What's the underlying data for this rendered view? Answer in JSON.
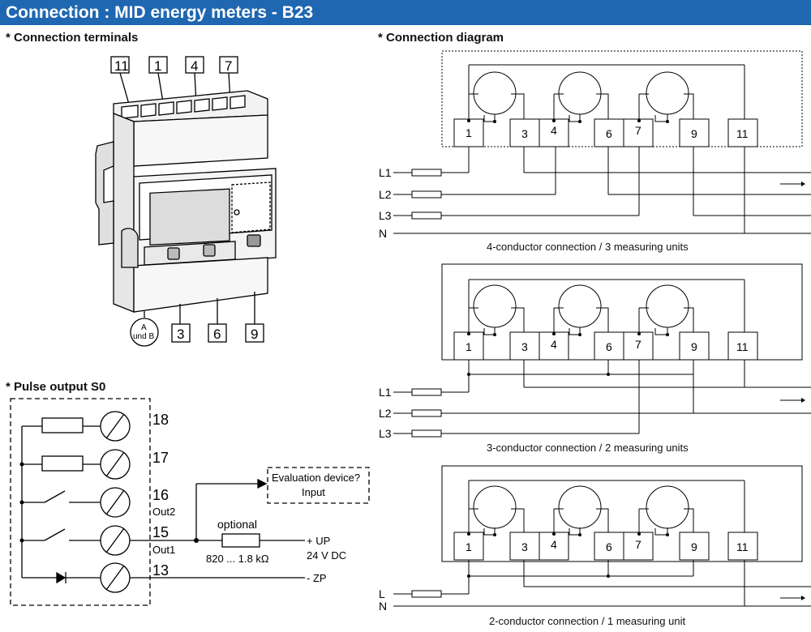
{
  "header": {
    "title": "Connection : MID energy meters - B23"
  },
  "sections": {
    "terminals": "* Connection terminals",
    "diagram": "* Connection diagram",
    "pulse": "* Pulse output S0"
  },
  "meter": {
    "top_terminals": [
      "11",
      "1",
      "4",
      "7"
    ],
    "bottom_terminals": [
      "3",
      "6",
      "9"
    ],
    "ab_label_1": "A",
    "ab_label_2": "und B"
  },
  "pulse": {
    "terminals": [
      "18",
      "17",
      "16",
      "15",
      "13"
    ],
    "out2": "Out2",
    "out1": "Out1",
    "eval_line1": "Evaluation device?",
    "eval_line2": "Input",
    "optional": "optional",
    "resistor": "820 ... 1.8 kΩ",
    "up": "+ UP",
    "volt": "24 V DC",
    "zp": "- ZP"
  },
  "diagrams": [
    {
      "terminals": [
        "1",
        "3",
        "4",
        "6",
        "7",
        "9",
        "11"
      ],
      "lines": [
        "L1",
        "L2",
        "L3",
        "N"
      ],
      "caption": "4-conductor connection / 3 measuring units"
    },
    {
      "terminals": [
        "1",
        "3",
        "4",
        "6",
        "7",
        "9",
        "11"
      ],
      "lines": [
        "L1",
        "L2",
        "L3"
      ],
      "caption": "3-conductor connection / 2 measuring units"
    },
    {
      "terminals": [
        "1",
        "3",
        "4",
        "6",
        "7",
        "9",
        "11"
      ],
      "lines": [
        "L",
        "N"
      ],
      "caption": "2-conductor connection / 1 measuring unit"
    }
  ]
}
